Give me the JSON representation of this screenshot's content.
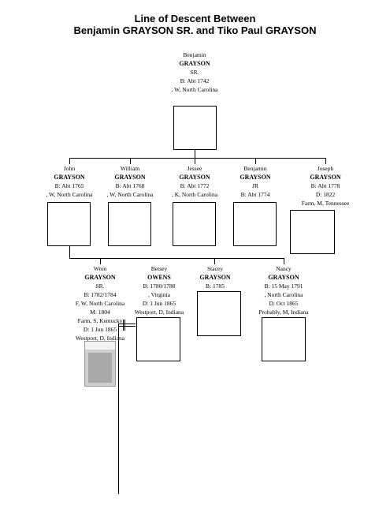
{
  "title": {
    "line1": "Line of Descent Between",
    "line2": "Benjamin GRAYSON SR. and Tiko Paul GRAYSON"
  },
  "root": {
    "given": "Benjamin",
    "surname": "GRAYSON",
    "suffix": "SR.",
    "birth": "B: Abt 1742",
    "place": ", W, North Carolina"
  },
  "children": [
    {
      "given": "John",
      "surname": "GRAYSON",
      "lines": [
        "B: Abt 1765",
        ", W, North Carolina"
      ]
    },
    {
      "given": "William",
      "surname": "GRAYSON",
      "lines": [
        "B: Abt 1768",
        ", W, North Carolina"
      ]
    },
    {
      "given": "Jessee",
      "surname": "GRAYSON",
      "lines": [
        "B: Abt 1772",
        ", K, North Carolina"
      ]
    },
    {
      "given": "Benjamin",
      "surname": "GRAYSON",
      "lines": [
        "JR",
        "B: Abt 1774"
      ]
    },
    {
      "given": "Joseph",
      "surname": "GRAYSON",
      "lines": [
        "B: Abt 1778",
        "D: 1822",
        "Farm, M, Tennessee"
      ]
    }
  ],
  "grandchildren": [
    {
      "given": "Wren",
      "surname": "GRAYSON",
      "lines": [
        "SR.",
        "B: 1782/1784",
        "F, W, North Carolina",
        "M: 1804",
        "Farm, S, Kentucky",
        "D: 1 Jun 1865",
        "Westport, D, Indiana"
      ]
    },
    {
      "given": "Betsey",
      "surname": "OWENS",
      "lines": [
        "B: 1780/1788",
        ", Virginia",
        "D: 1 Jun 1865",
        "Westport, D, Indiana"
      ]
    },
    {
      "given": "Stacey",
      "surname": "GRAYSON",
      "lines": [
        "B: 1785"
      ]
    },
    {
      "given": "Nancy",
      "surname": "GRAYSON",
      "lines": [
        "B: 15 May 1791",
        ", North Carolina",
        "D: Oct 1865",
        "Probably, M, Indiana"
      ]
    }
  ],
  "colors": {
    "ink": "#000000",
    "background": "#ffffff",
    "photo_placeholder": "#a9a9a9"
  }
}
